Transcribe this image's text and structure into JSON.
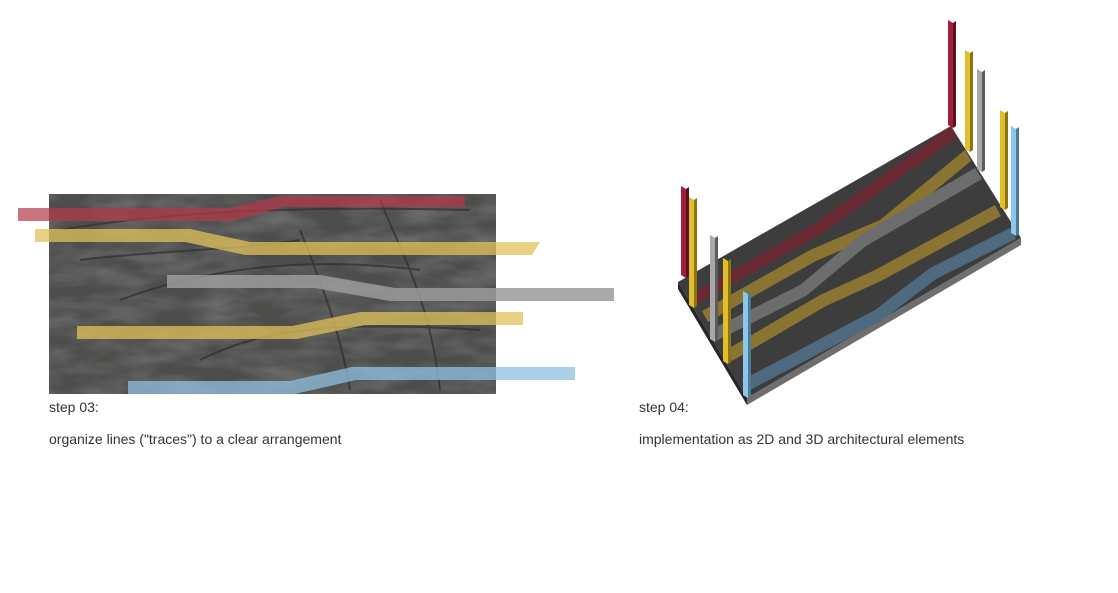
{
  "step3": {
    "label": "step 03:",
    "description": "organize lines (\"traces\") to a clear arrangement"
  },
  "step4": {
    "label": "step 04:",
    "description": "implementation as 2D and 3D architectural elements"
  },
  "colors": {
    "red": "#b5394a",
    "yellow": "#e0c25a",
    "gray": "#9b9b9b",
    "blue": "#8fc0e0",
    "photo": "#4a4a4a",
    "base": "#3f3f3f"
  },
  "traces": [
    "red-trace",
    "yellow-trace-upper",
    "gray-trace",
    "yellow-trace-lower",
    "blue-trace"
  ]
}
